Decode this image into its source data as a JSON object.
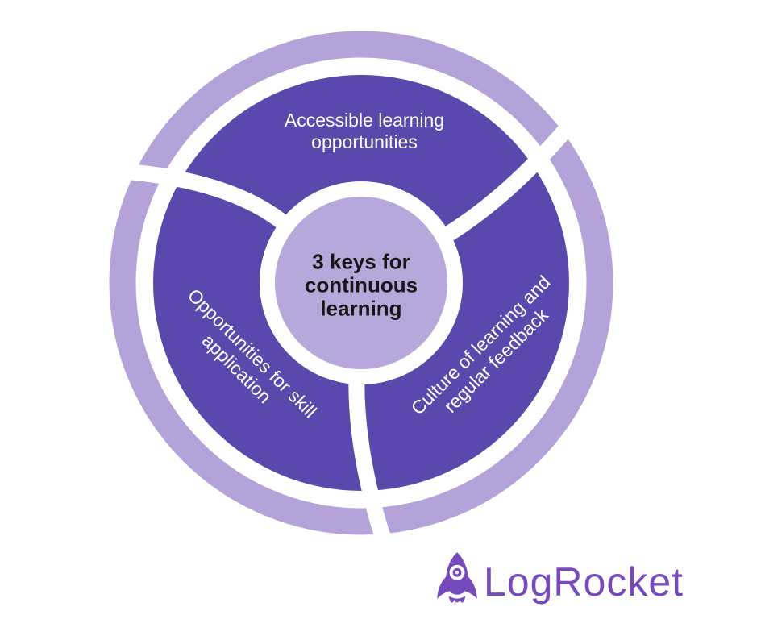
{
  "diagram": {
    "center": {
      "l1": "3 keys for",
      "l2": "continuous",
      "l3": "learning"
    },
    "segments": {
      "top": {
        "l1": "Accessible learning",
        "l2": "opportunities"
      },
      "left": {
        "l1": "Opportunities for skill",
        "l2": "application"
      },
      "right": {
        "l1": "Culture of learning and",
        "l2": "regular feedback"
      }
    },
    "colors": {
      "segment_fill": "#5b48ac",
      "outer_ring": "#b4a3d9",
      "center_fill": "#b7a8dc",
      "segment_text": "#ffffff",
      "center_text": "#161616"
    }
  },
  "logo": {
    "text": "LogRocket",
    "icon": "rocket",
    "color": "#764abc"
  }
}
